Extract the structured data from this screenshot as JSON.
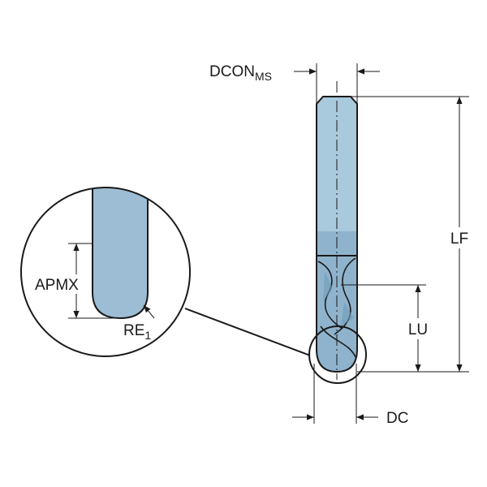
{
  "labels": {
    "dcon_main": "DCON",
    "dcon_sub": "MS",
    "lf": "LF",
    "lu": "LU",
    "dc": "DC",
    "apmx": "APMX",
    "re_main": "RE",
    "re_sub": "1"
  },
  "colors": {
    "shank_fill": "#a9c9dc",
    "shank_fill_dark": "#8fb3cc",
    "detail_fill": "#9dbdd4",
    "line": "#1a1a1a"
  }
}
